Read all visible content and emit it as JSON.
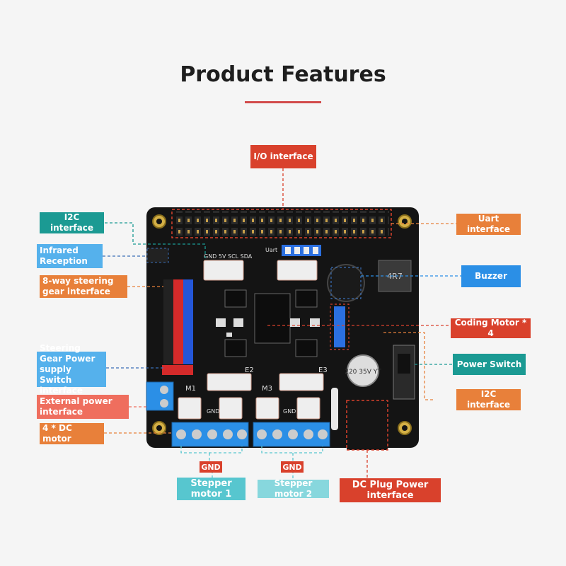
{
  "title": "Product Features",
  "labels": {
    "io": "I/O interface",
    "i2c_top": "I2C interface",
    "uart": "Uart interface",
    "infrared": "Infrared Reception",
    "buzzer": "Buzzer",
    "steering8": "8-way steering gear interface",
    "coding": "Coding Motor * 4",
    "steer_power": "Steering Gear Power supply Switch interface",
    "power_switch": "Power Switch",
    "ext_power": "External power interface",
    "i2c_right": "I2C interface",
    "dc4": "4 * DC motor",
    "gnd1": "GND",
    "gnd2": "GND",
    "stepper1": "Stepper motor 1",
    "stepper2": "Stepper motor 2",
    "dc_plug": "DC Plug Power interface"
  },
  "board": {
    "gnd5v": "GND 5V SCL SDA",
    "uart_txt": "Uart",
    "m1": "M1",
    "m3": "M3",
    "e2": "E2",
    "e3": "E3",
    "cap": "220 35V YT",
    "ind": "4R7",
    "gnd_small1": "GND",
    "gnd_small2": "GND"
  },
  "colors": {
    "teal": "#1b9a93",
    "orange": "#e8803a",
    "blue": "#2b8fe6",
    "red": "#d9412c",
    "board": "#141414"
  }
}
